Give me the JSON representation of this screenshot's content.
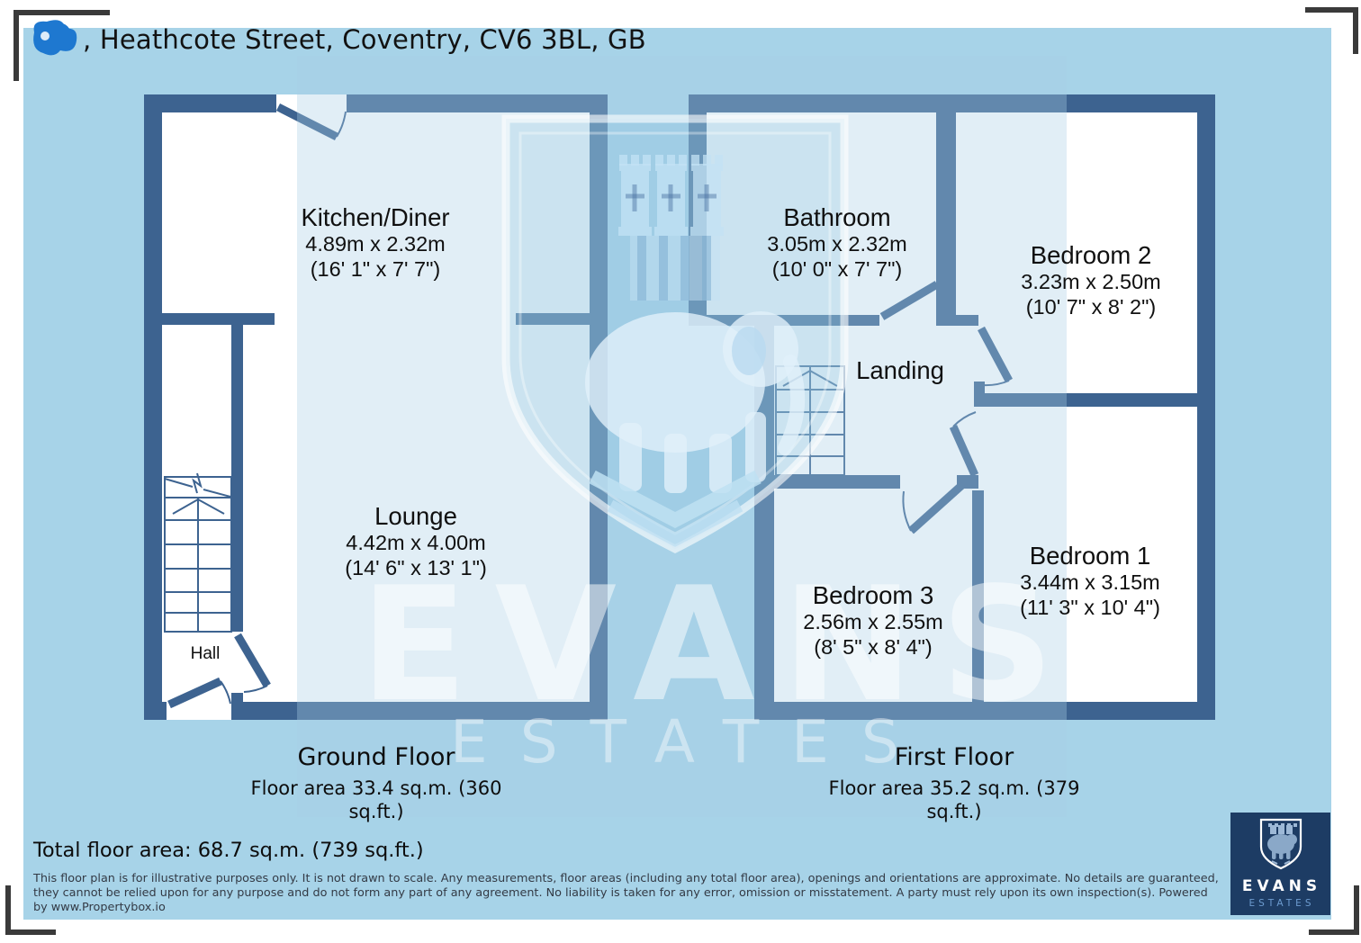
{
  "title": {
    "address": ", Heathcote Street, Coventry, CV6 3BL, GB"
  },
  "ground_floor": {
    "caption": "Ground Floor",
    "area": "Floor area 33.4 sq.m. (360 sq.ft.)",
    "rooms": {
      "kitchen": {
        "name": "Kitchen/Diner",
        "metric": "4.89m x 2.32m",
        "imperial": "(16' 1\" x 7' 7\")"
      },
      "lounge": {
        "name": "Lounge",
        "metric": "4.42m x 4.00m",
        "imperial": "(14' 6\" x 13' 1\")"
      },
      "hall": {
        "name": "Hall"
      }
    }
  },
  "first_floor": {
    "caption": "First Floor",
    "area": "Floor area 35.2 sq.m. (379 sq.ft.)",
    "rooms": {
      "bathroom": {
        "name": "Bathroom",
        "metric": "3.05m x 2.32m",
        "imperial": "(10' 0\" x 7' 7\")"
      },
      "bedroom2": {
        "name": "Bedroom 2",
        "metric": "3.23m x 2.50m",
        "imperial": "(10' 7\" x 8' 2\")"
      },
      "landing": {
        "name": "Landing"
      },
      "bedroom3": {
        "name": "Bedroom 3",
        "metric": "2.56m x 2.55m",
        "imperial": "(8' 5\" x 8' 4\")"
      },
      "bedroom1": {
        "name": "Bedroom 1",
        "metric": "3.44m x 3.15m",
        "imperial": "(11' 3\" x 10' 4\")"
      }
    }
  },
  "summary": {
    "total": "Total floor area: 68.7 sq.m. (739 sq.ft.)"
  },
  "disclaimer": {
    "line1": "This floor plan is for illustrative purposes only. It is not drawn to scale. Any measurements, floor areas (including any total floor area), openings and orientations are approximate. No details are guaranteed,",
    "line2": "they cannot be relied upon for any purpose and do not form any part of any agreement. No liability is taken for any error, omission or misstatement. A party must rely upon its own inspection(s). Powered",
    "line3": "by www.Propertybox.io"
  },
  "watermark": {
    "brand": "EVANS",
    "sub": "ESTATES"
  },
  "logo": {
    "brand": "EVANS",
    "sub": "ESTATES"
  },
  "colors": {
    "background": "#a7d3e8",
    "wall": "#3d6390",
    "room": "#ffffff",
    "redaction_blob": "#1e78d0",
    "logo_background": "#1d3c64",
    "crop_mark": "#3a3a3a"
  }
}
